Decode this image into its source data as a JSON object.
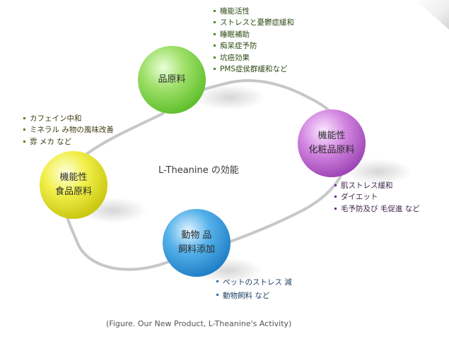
{
  "nodes": {
    "raw": {
      "label": "品原料",
      "color": "#8fd85a"
    },
    "cosmetic": {
      "label": "機能性\n化粧品原料",
      "color": "#c77ad6"
    },
    "food": {
      "label": "機能性\n食品原料",
      "color": "#eaea3a"
    },
    "feed": {
      "label": "動物 品\n飼料添加",
      "color": "#3ea2e0"
    }
  },
  "lists": {
    "raw": [
      "機能活性",
      "ストレスと憂鬱症緩和",
      "睡眠補助",
      "痴呆症予防",
      "坑癌効果",
      "PMS症侯群緩和など"
    ],
    "food": [
      "カフェイン中和",
      "ミネラル み物の風味改善",
      "雰 メカ など"
    ],
    "cosmetic": [
      "肌ストレス緩和",
      "ダイエット",
      "毛予防及び 毛促進 など"
    ],
    "feed": [
      "ペットのストレス 減",
      "動物飼料 など"
    ]
  },
  "center_title": "L-Theanine の効能",
  "caption": "(Figure. Our New Product, L-Theanine's Activity)"
}
